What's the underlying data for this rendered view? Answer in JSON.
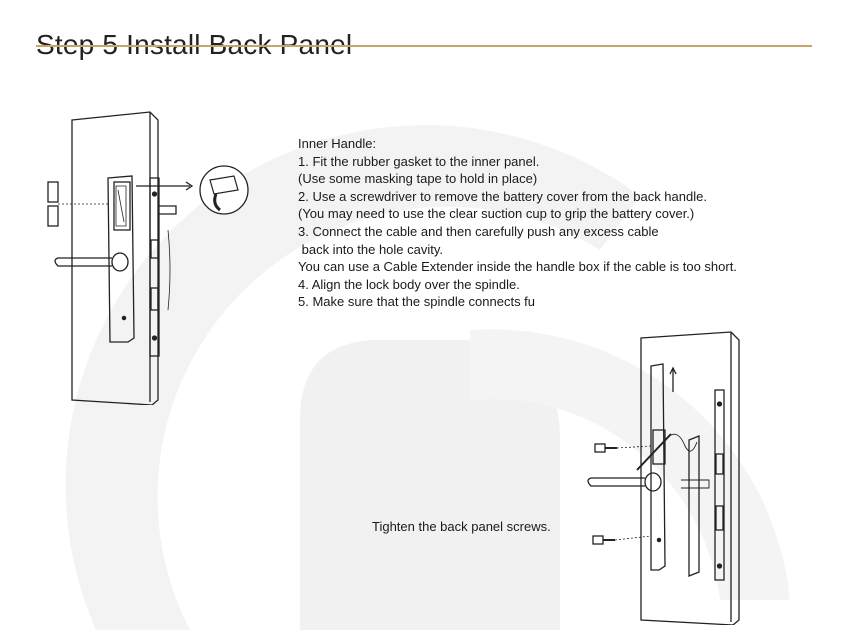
{
  "page": {
    "title": "Step 5  Install Back Panel",
    "accent_color": "#c8a46a",
    "watermark_color": "#f2f2f2"
  },
  "instructions": {
    "heading": "Inner Handle:",
    "lines": [
      "1. Fit the rubber gasket to the inner panel.",
      "(Use some masking tape to hold in place)",
      "2. Use a screwdriver to remove the battery cover from the back handle.",
      "(You may need to use the clear suction cup to grip the battery cover.)",
      "3. Connect the cable and then carefully push any excess cable",
      " back into the hole cavity.",
      "You can use a Cable Extender inside the handle box if the cable is too short.",
      "4. Align the lock body over the spindle.",
      "5. Make sure that the spindle connects fu"
    ]
  },
  "caption": {
    "text": "Tighten the back panel screws."
  },
  "icons": {
    "door_left": "door-lock-illustration",
    "cable_zoom": "cable-zoom-icon",
    "door_right": "door-lock-screws-illustration",
    "arrow": "arrow-up-icon"
  }
}
